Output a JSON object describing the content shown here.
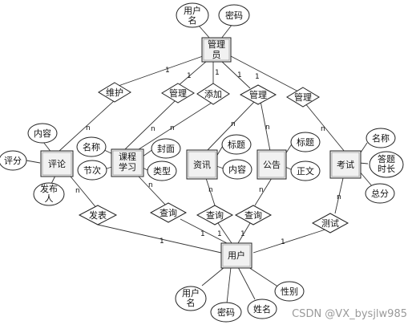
{
  "entities": {
    "admin": "管理\n员",
    "user": "用户",
    "comment": "评论",
    "course": "课程\n学习",
    "news": "资讯",
    "notice": "公告",
    "exam": "考试"
  },
  "relations": {
    "maintain": "维护",
    "manage_course": "管理",
    "add": "添加",
    "manage_info": "管理",
    "manage_exam": "管理",
    "post": "发表",
    "query_course": "查询",
    "query_news": "查询",
    "query_notice": "查询",
    "test": "测试"
  },
  "attributes": {
    "admin_username": "用户\n名",
    "admin_password": "密码",
    "comment_content": "内容",
    "comment_score": "评分",
    "comment_publisher": "发布\n人",
    "course_name": "名称",
    "course_chapter": "节次",
    "course_cover": "封面",
    "course_type": "类型",
    "news_title": "标题",
    "news_content": "内容",
    "notice_title": "标题",
    "notice_body": "正文",
    "exam_name": "名称",
    "exam_duration": "答题\n时长",
    "exam_total": "总分",
    "user_username": "用户\n名",
    "user_password": "密码",
    "user_name": "姓名",
    "user_gender": "性别"
  },
  "cardinality": {
    "one": "1",
    "many": "n"
  },
  "watermark": "CSDN @VX_bysjlw985"
}
